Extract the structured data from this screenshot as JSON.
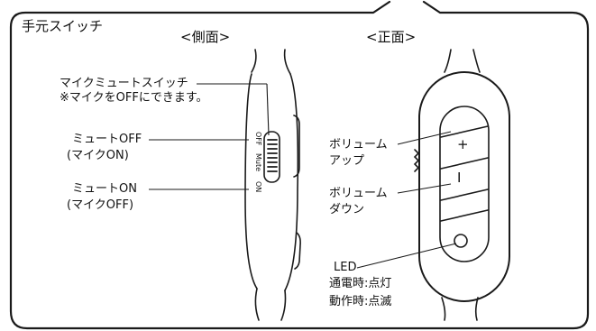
{
  "panel_title": "手元スイッチ",
  "side_view": {
    "title": "<側面>"
  },
  "front_view": {
    "title": "<正面>"
  },
  "side_labels": {
    "mute_switch": "マイクミュートスイッチ",
    "mute_note": "※マイクをOFFにできます。",
    "mute_off": "ミュートOFF",
    "mute_off_sub": "(マイクON)",
    "mute_on": "ミュートON",
    "mute_on_sub": "(マイクOFF)"
  },
  "switch_marks": {
    "off": "OFF",
    "mute": "Mute",
    "on": "ON"
  },
  "front_labels": {
    "vol_up_1": "ボリューム",
    "vol_up_2": "アップ",
    "vol_down_1": "ボリューム",
    "vol_down_2": "ダウン",
    "led": "LED",
    "led_call": "通電時:点灯",
    "led_active": "動作時:点滅"
  },
  "button_marks": {
    "plus": "+",
    "minus": "I"
  }
}
